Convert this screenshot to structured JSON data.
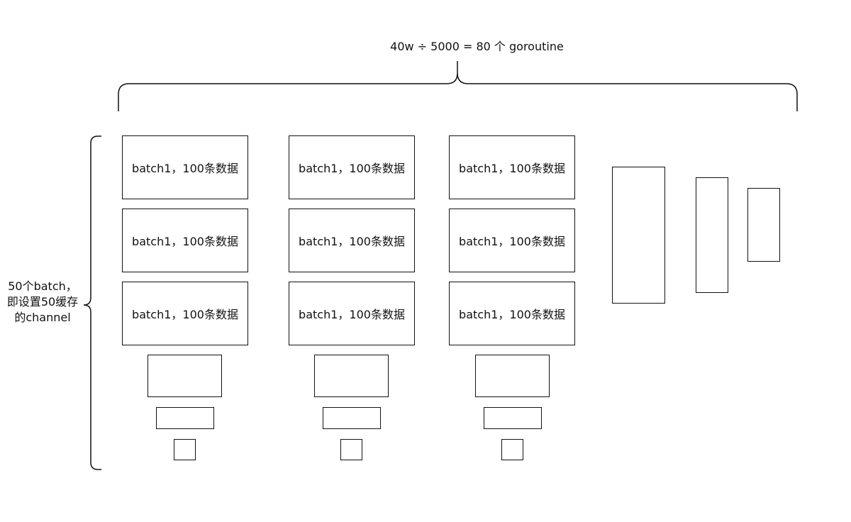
{
  "header": {
    "formula": "40w ÷ 5000 = 80 个 goroutine"
  },
  "side": {
    "description": "50个batch，即设置50缓存的channel"
  },
  "columns": [
    {
      "batches": [
        {
          "label": "batch1，100条数据"
        },
        {
          "label": "batch1，100条数据"
        },
        {
          "label": "batch1，100条数据"
        }
      ]
    },
    {
      "batches": [
        {
          "label": "batch1，100条数据"
        },
        {
          "label": "batch1，100条数据"
        },
        {
          "label": "batch1，100条数据"
        }
      ]
    },
    {
      "batches": [
        {
          "label": "batch1，100条数据"
        },
        {
          "label": "batch1，100条数据"
        },
        {
          "label": "batch1，100条数据"
        }
      ]
    }
  ],
  "colors": {
    "stroke": "#111111",
    "background": "#ffffff"
  }
}
